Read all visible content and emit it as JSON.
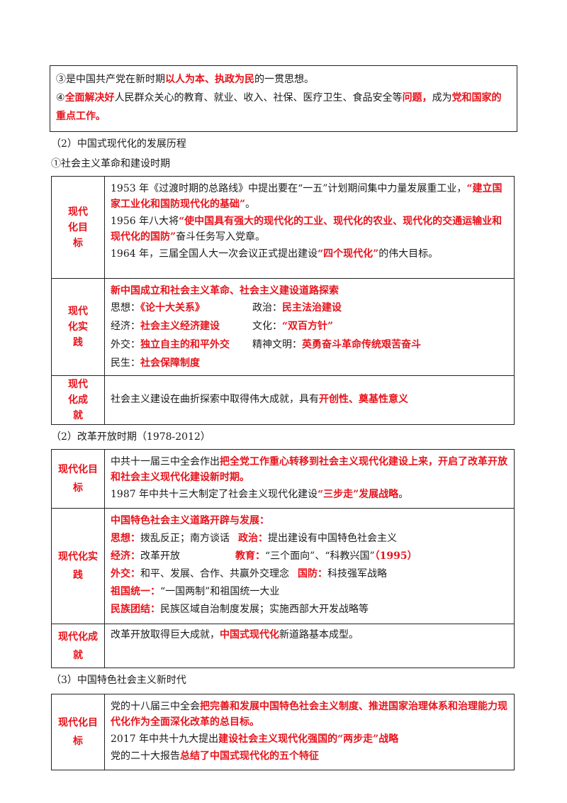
{
  "top_box": {
    "line3_a": "③是中国共产党在新时期",
    "line3_red": "以人为本、执政为民",
    "line3_b": "的一贯思想。",
    "line4_a": "④",
    "line4_red1": "全面解决好",
    "line4_b": "人民群众关心的教育、就业、收入、社保、医疗卫生、食品安全等",
    "line4_red2": "问题，",
    "line4_c": "成为",
    "line4_red3": "党和国家的重点工作。"
  },
  "section2_title": "（2）中国式现代化的发展历程",
  "period1_title": "①社会主义革命和建设时期",
  "t1": {
    "goal_label": "现代化目标",
    "goal_p1_a": "1953 年《过渡时期的总路线》中提出要在“一五”计划期间集中力量发展重工业，",
    "goal_p1_red": "“建立国家工业化和国防现代化的基础”",
    "goal_p1_b": "。",
    "goal_p2_a": "1956 年八大将",
    "goal_p2_red": "“使中国具有强大的现代化的工业、现代化的农业、现代化的交通运输业和现代化的国防”",
    "goal_p2_b": "奋斗任务写入党章。",
    "goal_p3_a": "1964 年，三届全国人大一次会议正式提出建设",
    "goal_p3_red": "“四个现代化”",
    "goal_p3_b": "的伟大目标。",
    "practice_label": "现代化实践",
    "practice_head": "新中国成立和社会主义革命、社会主义建设道路探索",
    "items": [
      {
        "k": "思想：",
        "v": "《论十大关系》"
      },
      {
        "k": "政治：",
        "v": "民主法治建设"
      },
      {
        "k": "经济：",
        "v": "社会主义经济建设"
      },
      {
        "k": "文化：",
        "v": "“双百方针”"
      },
      {
        "k": "外交：",
        "v": "独立自主的和平外交"
      },
      {
        "k": "精神文明：",
        "v": "英勇奋斗革命传统艰苦奋斗"
      },
      {
        "k": "民生：",
        "v": "社会保障制度"
      }
    ],
    "achieve_label": "现代化成就",
    "achieve_a": "社会主义建设在曲折探索中取得伟大成就，具有",
    "achieve_red": "开创性、奠基性意义"
  },
  "period2_title": "（2）改革开放时期（1978-2012）",
  "t2": {
    "goal_label": "现代化目标",
    "goal_p1_a": "中共十一届三中全会作出",
    "goal_p1_red": "把全党工作重心转移到社会主义现代化建设上来，开启了改革开放和社会主义现代化建设新时期。",
    "goal_p2_a": "1987 年中共十三大制定了社会主义现代化建设",
    "goal_p2_red": "“三步走”发展战略",
    "goal_p2_b": "。",
    "practice_label": "现代化实践",
    "practice_head": "中国特色社会主义道路开辟与发展：",
    "r1_k": "思想：",
    "r1_v": "拨乱反正；南方谈话",
    "r1_k2": "政治：",
    "r1_v2": "提出建设有中国特色社会主义",
    "r2_k": "经济：",
    "r2_v": "改革开放",
    "r2_k2": "教育：",
    "r2_v2": "“三个面向”、“科教兴国”",
    "r2_red": "（1995）",
    "r3_k": "外交：",
    "r3_v": "和平、发展、合作、共赢外交理念",
    "r3_k2": "国防：",
    "r3_v2": "科技强军战略",
    "r4_k": "祖国统一：",
    "r4_v": "“一国两制”和祖国统一大业",
    "r5_k": "民族团结：",
    "r5_v": "民族区域自治制度发展；实施西部大开发战略等",
    "achieve_label": "现代化成就",
    "achieve_a": "改革开放取得巨大成就，",
    "achieve_red": "中国式现代化",
    "achieve_b": "新道路基本成型。"
  },
  "period3_title": "（3）中国特色社会主义新时代",
  "t3": {
    "goal_label": "现代化目标",
    "p1_a": "党的十八届三中全会",
    "p1_red": "把完善和发展中国特色社会主义制度、推进国家治理体系和治理能力现代化作为全面深化改革的总目标。",
    "p2_a": "2017 年中共十九大提出",
    "p2_red": "建设社会主义现代化强国的“两步走”战略",
    "p3_a": "党的二十大报告",
    "p3_red": "总结了中国式现代化的五个特征"
  }
}
